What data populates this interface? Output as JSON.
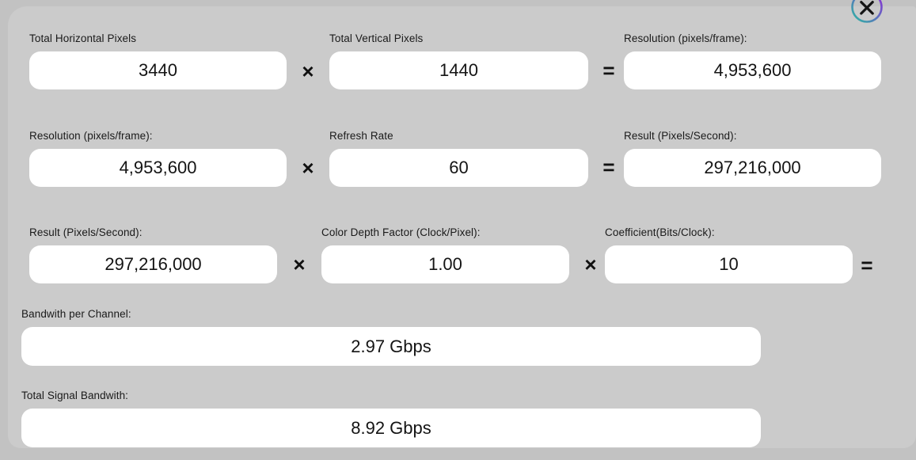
{
  "window": {
    "close_icon": "×"
  },
  "calculator": {
    "row1": {
      "field1": {
        "label": "Total Horizontal Pixels",
        "value": "3440"
      },
      "op1": "×",
      "field2": {
        "label": "Total Vertical Pixels",
        "value": "1440"
      },
      "op2": "=",
      "field3": {
        "label": "Resolution (pixels/frame):",
        "value": "4,953,600"
      }
    },
    "row2": {
      "field1": {
        "label": "Resolution (pixels/frame):",
        "value": "4,953,600"
      },
      "op1": "×",
      "field2": {
        "label": "Refresh Rate",
        "value": "60"
      },
      "op2": "=",
      "field3": {
        "label": "Result (Pixels/Second):",
        "value": "297,216,000"
      }
    },
    "row3": {
      "field1": {
        "label": "Result (Pixels/Second):",
        "value": "297,216,000"
      },
      "op1": "×",
      "field2": {
        "label": "Color Depth Factor (Clock/Pixel):",
        "value": "1.00"
      },
      "op2": "×",
      "field3": {
        "label": "Coefficient(Bits/Clock):",
        "value": "10"
      },
      "op3": "="
    },
    "bandwidth_per_channel": {
      "label": "Bandwith per Channel:",
      "value": "2.97 Gbps"
    },
    "total_signal_bandwidth": {
      "label": "Total Signal Bandwith:",
      "value": "8.92 Gbps"
    }
  },
  "colors": {
    "overlay_background": "#c2c2c2",
    "panel_background": "#cbcbcb",
    "field_background": "#ffffff",
    "text": "#141414",
    "close_ring_teal": "#2bb9a2",
    "close_ring_purple": "#8f28d8"
  }
}
